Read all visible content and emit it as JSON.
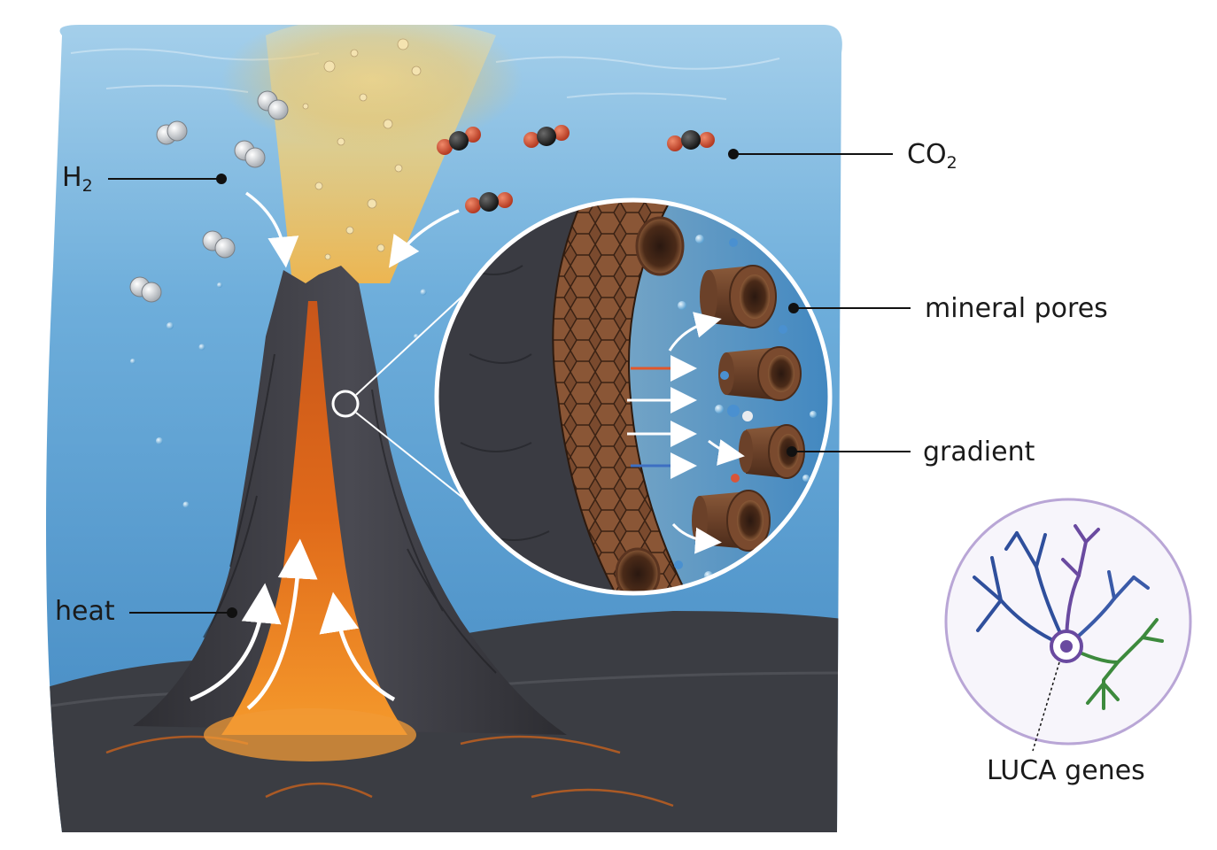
{
  "labels": {
    "h2": {
      "main": "H",
      "sub": "2"
    },
    "co2": {
      "main": "CO",
      "sub": "2"
    },
    "mineral": "mineral pores",
    "gradient": "gradient",
    "heat": "heat",
    "luca": "LUCA genes"
  },
  "colors": {
    "ocean_top": "#8fc3e4",
    "ocean_deep": "#3f88c2",
    "plume": "#f2c14e",
    "rock_dark": "#3a3a40",
    "rock_brown": "#7a4a2e",
    "lava": "#f07a1e",
    "tree_blue": "#2f4f9c",
    "tree_purple": "#6a4aa0",
    "tree_green": "#3d8a3d",
    "tree_circle": "#b9a6d6",
    "carbon": "#2b2b2b",
    "oxygen": "#d8553a",
    "hydrogen": "#e9ecef"
  },
  "icons": {
    "h2_molecule": "h2-molecule-icon",
    "co2_molecule": "co2-molecule-icon",
    "flow_arrow": "arrow-icon",
    "tree": "phylogenetic-tree-icon"
  }
}
